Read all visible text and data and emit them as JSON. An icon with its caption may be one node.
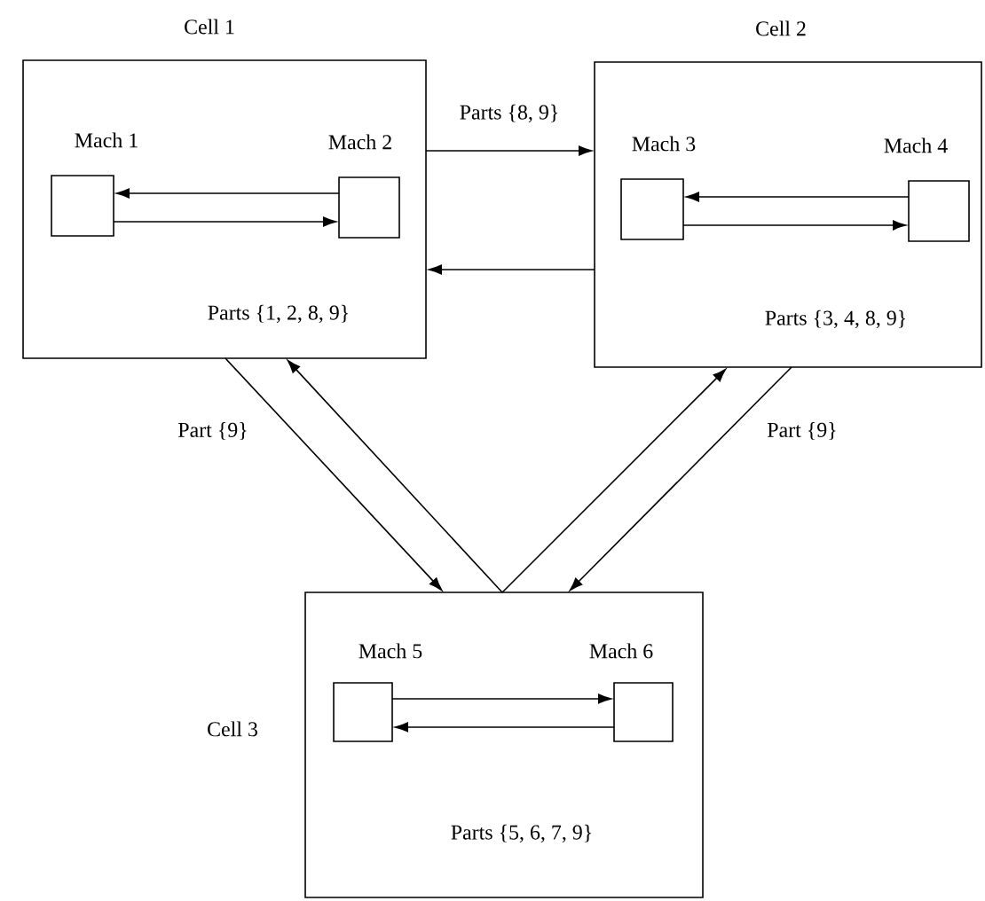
{
  "diagram": {
    "nodes": [
      {
        "text": [
          "Cell 1",
          "Parts {1, 2, 8, 9}"
        ]
      },
      {
        "text": [
          "Mach 1"
        ],
        "in": 0
      },
      {
        "text": [
          "Mach 2"
        ],
        "in": 0
      },
      {
        "text": [
          "Cell 2",
          "Parts {3, 4, 8, 9}"
        ]
      },
      {
        "text": [
          "Mach 3"
        ],
        "in": 3
      },
      {
        "text": [
          "Mach 4"
        ],
        "in": 3
      },
      {
        "text": [
          "Cell 3",
          "Parts {5, 6, 7, 9}"
        ]
      },
      {
        "text": [
          "Mach 5"
        ],
        "in": 6
      },
      {
        "text": [
          "Mach 6"
        ],
        "in": 6
      }
    ],
    "edges": [
      {
        "from": 2,
        "to": 1,
        "arrow": "to"
      },
      {
        "from": 1,
        "to": 2,
        "arrow": "to"
      },
      {
        "from": 0,
        "to": 3,
        "arrow": "to",
        "label": "Parts {8, 9}"
      },
      {
        "from": 3,
        "to": 0,
        "arrow": "to"
      },
      {
        "from": 0,
        "to": 6,
        "arrow": "to",
        "label": "Part {9}"
      },
      {
        "from": 6,
        "to": 0,
        "arrow": "to"
      },
      {
        "from": 6,
        "to": 3,
        "arrow": "to"
      },
      {
        "from": 3,
        "to": 6,
        "arrow": "to",
        "label": "Part {9}"
      },
      {
        "from": 5,
        "to": 4,
        "arrow": "to"
      },
      {
        "from": 4,
        "to": 5,
        "arrow": "to"
      },
      {
        "from": 7,
        "to": 8,
        "arrow": "to"
      },
      {
        "from": 8,
        "to": 7,
        "arrow": "to"
      }
    ]
  }
}
